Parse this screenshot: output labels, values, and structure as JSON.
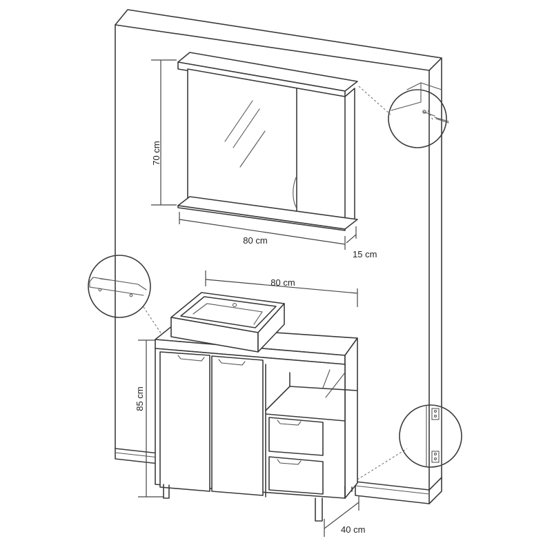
{
  "dimensions": {
    "mirror_height": "70 cm",
    "mirror_width": "80 cm",
    "mirror_depth": "15 cm",
    "sink_width": "80 cm",
    "cabinet_height": "85 cm",
    "cabinet_depth": "40 cm"
  },
  "details": [
    {
      "id": "wall-fixing",
      "icon": "screw-anchor-icon"
    },
    {
      "id": "door-handle",
      "icon": "handle-bar-icon"
    },
    {
      "id": "door-hinge",
      "icon": "hinge-icon"
    }
  ],
  "colors": {
    "line": "#3a3a3a",
    "background": "#ffffff"
  }
}
